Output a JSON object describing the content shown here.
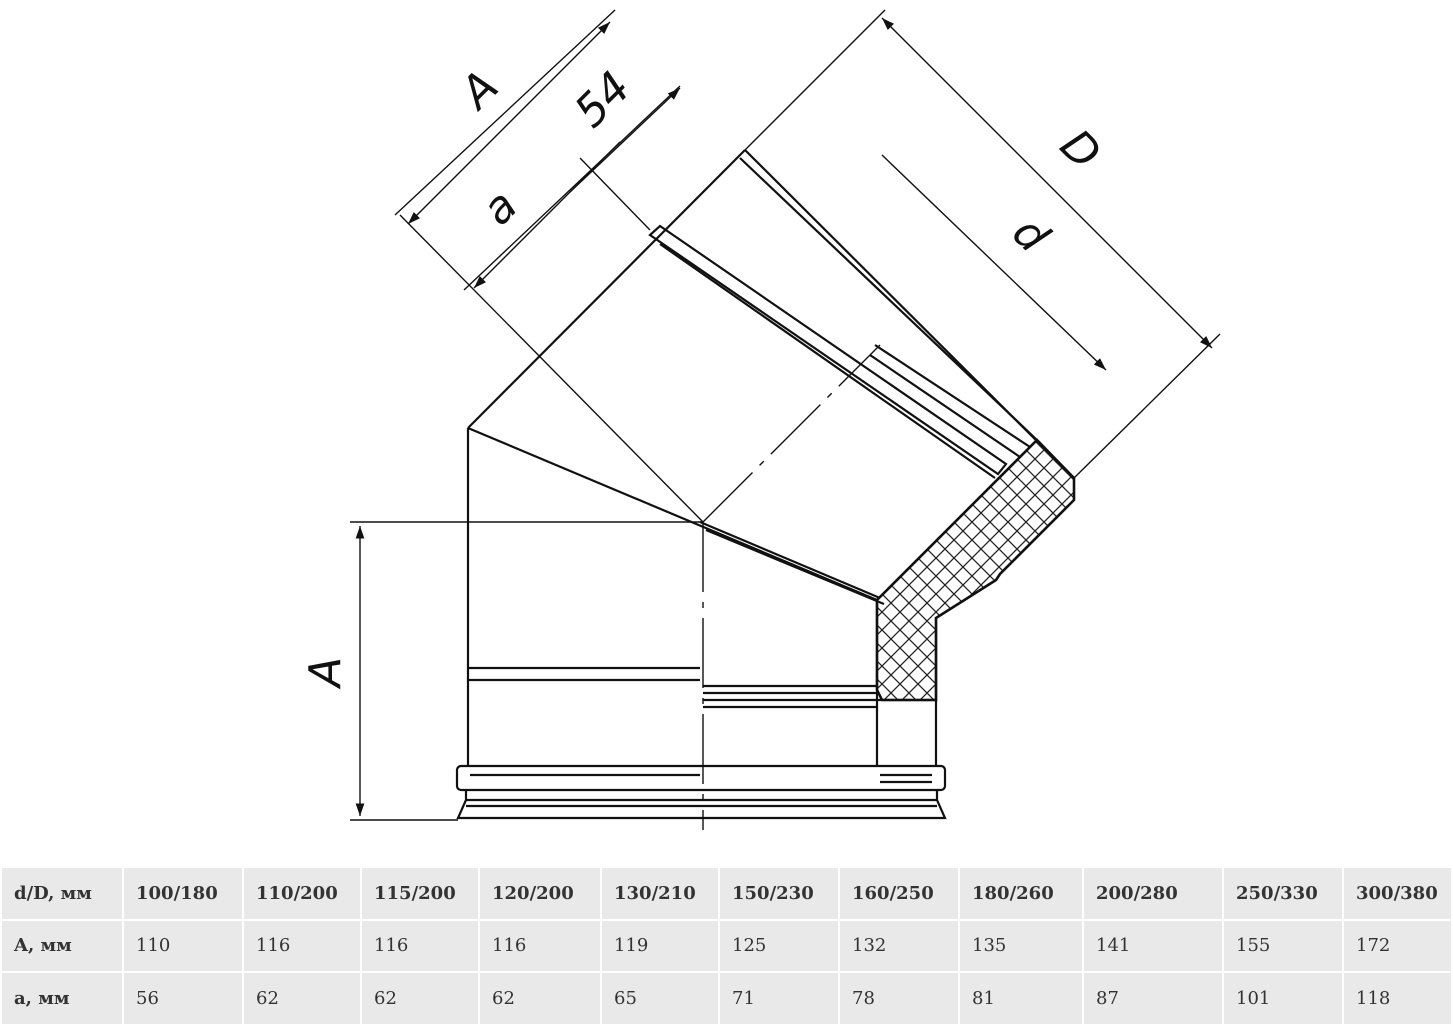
{
  "drawing": {
    "dim_A_top": "A",
    "dim_54": "54",
    "dim_a": "a",
    "dim_D": "D",
    "dim_d": "d",
    "dim_A_left": "A"
  },
  "table": {
    "header_label": "d/D, мм",
    "columns": [
      "100/180",
      "110/200",
      "115/200",
      "120/200",
      "130/210",
      "150/230",
      "160/250",
      "180/260",
      "200/280",
      "250/330",
      "300/380"
    ],
    "rows": [
      {
        "label": "A, мм",
        "values": [
          "110",
          "116",
          "116",
          "116",
          "119",
          "125",
          "132",
          "135",
          "141",
          "155",
          "172"
        ]
      },
      {
        "label": "a, мм",
        "values": [
          "56",
          "62",
          "62",
          "62",
          "65",
          "71",
          "78",
          "81",
          "87",
          "101",
          "118"
        ]
      }
    ]
  }
}
